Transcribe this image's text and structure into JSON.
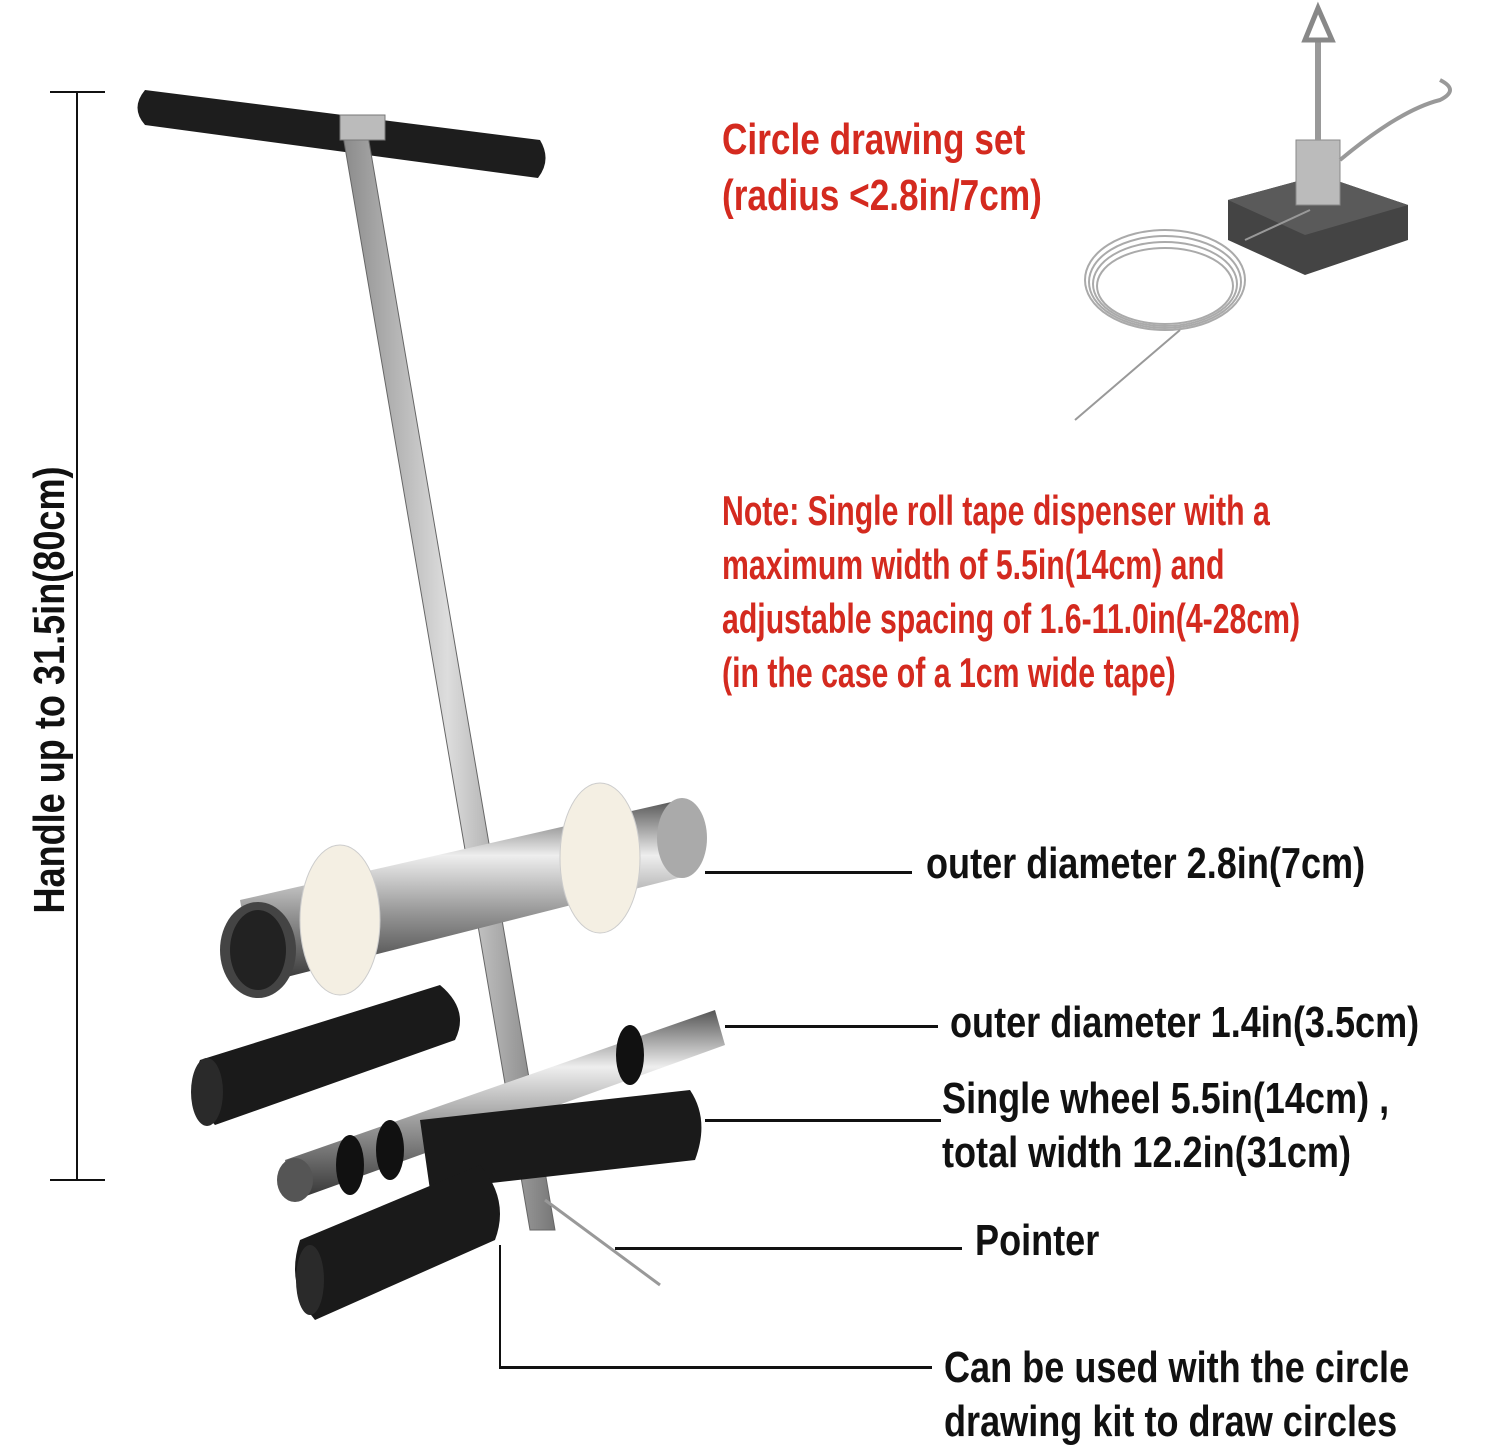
{
  "dimension": {
    "handle_height": "Handle up to 31.5in(80cm)"
  },
  "circle_set": {
    "line1": "Circle drawing set",
    "line2": "(radius <2.8in/7cm)"
  },
  "note": {
    "lines": [
      "Note: Single roll tape dispenser with a",
      "maximum width of 5.5in(14cm) and",
      "adjustable spacing of 1.6-11.0in(4-28cm)",
      "(in the case of a 1cm wide tape)"
    ]
  },
  "callouts": {
    "outer_large": "outer diameter 2.8in(7cm)",
    "outer_small": "outer diameter 1.4in(3.5cm)",
    "wheel_line1": "Single wheel 5.5in(14cm) ,",
    "wheel_line2": "total width 12.2in(31cm)",
    "pointer": "Pointer",
    "circle_line1": "Can be used with the circle",
    "circle_line2": "drawing kit to draw circles"
  },
  "colors": {
    "accent": "#d42a1f",
    "text": "#111111"
  }
}
